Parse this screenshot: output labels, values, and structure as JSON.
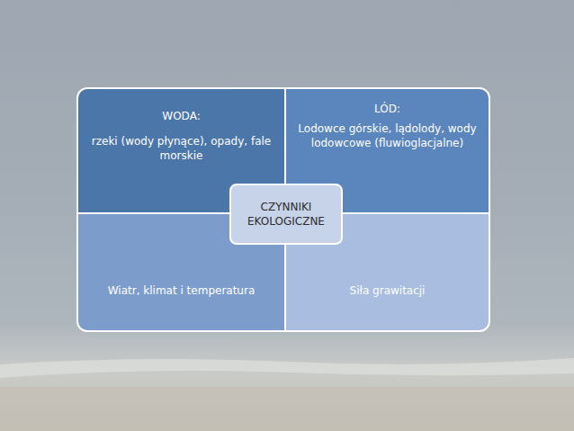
{
  "diagram": {
    "nodes": [
      {
        "text": [
          "WODA:",
          "rzeki (wody płynące), opady, fale morskie"
        ]
      },
      {
        "text": [
          "LÓD:",
          "Lodowce górskie, lądolody, wody lodowcowe (fluwioglacjalne)"
        ]
      },
      {
        "text": [
          "CZYNNIKI EKOLOGICZNE"
        ]
      },
      {
        "text": [
          "Wiatr, klimat i temperatura"
        ]
      },
      {
        "text": [
          "Siła grawitacji"
        ]
      }
    ]
  }
}
